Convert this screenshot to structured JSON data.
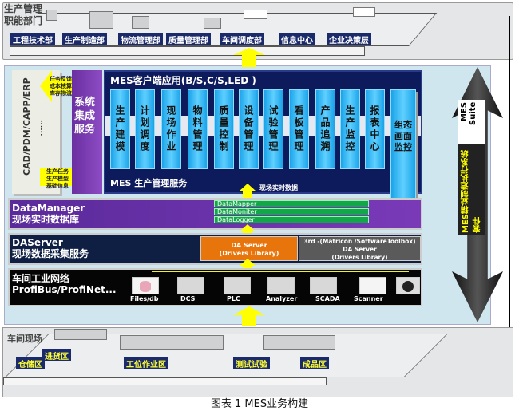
{
  "top": {
    "title_line1": "生产管理",
    "title_line2": "职能部门",
    "departments": [
      "工程技术部",
      "生产制造部",
      "物流管理部",
      "质量管理部",
      "车间调度部",
      "信息中心",
      "企业决策层"
    ]
  },
  "left": {
    "systems": "CAD/PDM/CAPP/ERP",
    "ellipsis": "......",
    "feedback": [
      "任务反馈",
      "成本核算",
      "库存物流"
    ],
    "tasks": [
      "生产任务",
      "生产模型",
      "基础信息"
    ],
    "integration": "系统集成服务"
  },
  "client": {
    "title": "MES客户端应用(B/S,C/S,LED )",
    "modules": [
      "生产建模",
      "计划调度",
      "现场作业",
      "物料管理",
      "质量控制",
      "设备管理",
      "试验管理",
      "看板管理",
      "产品追溯",
      "生产监控",
      "报表中心"
    ],
    "config_monitor": "组态画面监控",
    "service": "MES 生产管理服务",
    "realtime": "现场实时数据"
  },
  "datamanager": {
    "title": "DataManager",
    "subtitle": "现场实时数据库",
    "items": [
      "DataMapper",
      "DataMoniter",
      "DataLogger"
    ]
  },
  "daserver": {
    "title": "DAServer",
    "subtitle": "现场数据采集服务",
    "own": [
      "DA Server",
      "(Drivers Library)"
    ],
    "third": [
      "3rd  -(Matricon /SoftwareToolbox)",
      "DA Server",
      "(Drivers Library)"
    ]
  },
  "network": {
    "title": "车间工业网络",
    "subtitle": "ProfiBus/ProfiNet...",
    "devices": [
      "Files/db",
      "DCS",
      "PLC",
      "Analyzer",
      "SCADA",
      "Scanner",
      ""
    ]
  },
  "suite": {
    "en": "MES Suite",
    "cn": "MES精益制造执行系统套件"
  },
  "floor": {
    "title": "车间现场",
    "zones": [
      "仓储区",
      "进货区",
      "工位作业区",
      "测试试验",
      "成品区"
    ]
  },
  "caption": "图表 1 MES业务构建"
}
